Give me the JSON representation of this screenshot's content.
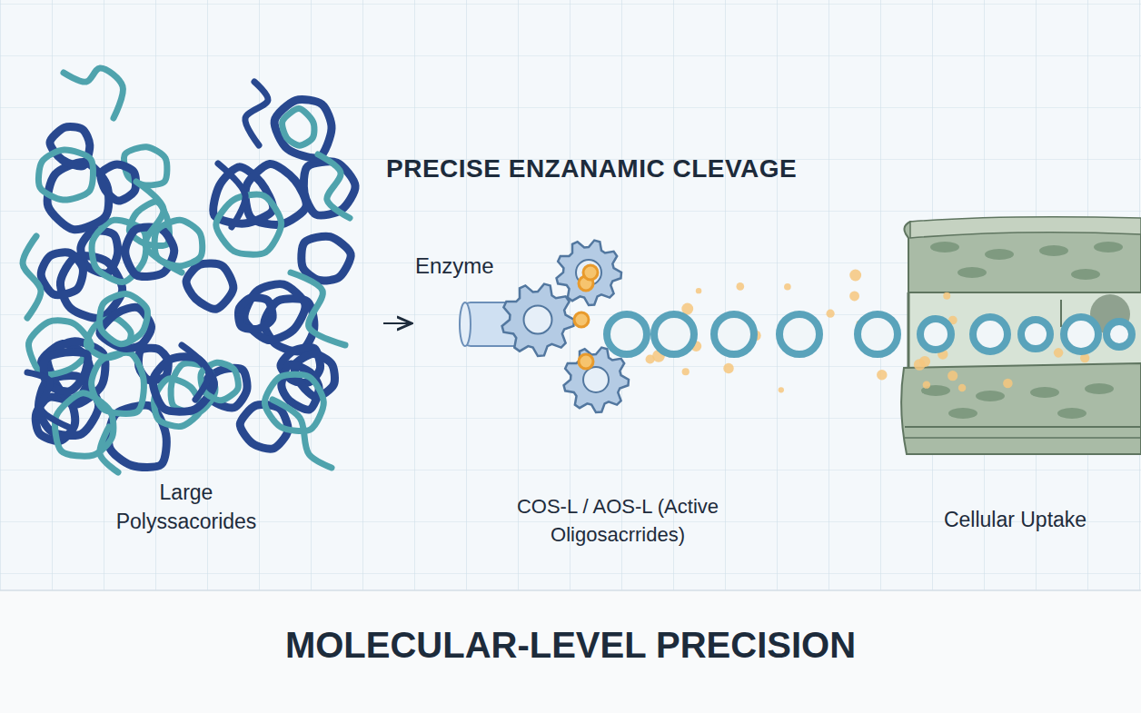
{
  "diagram": {
    "title": "PRECISE ENZANAMIC CLEVAGE",
    "caption": "MOLECULAR-LEVEL PRECISION",
    "nodes": [
      {
        "text": [
          "Large Polyssacorides"
        ]
      },
      {
        "text": [
          "Enzyme"
        ]
      },
      {
        "text": [
          "COS-L / AOS-L (Active Oligosacrrides)"
        ]
      },
      {
        "text": [
          "Cellular Uptake"
        ]
      }
    ],
    "edges": [
      {
        "from": 0,
        "to": 1,
        "arrow": "to"
      }
    ]
  }
}
